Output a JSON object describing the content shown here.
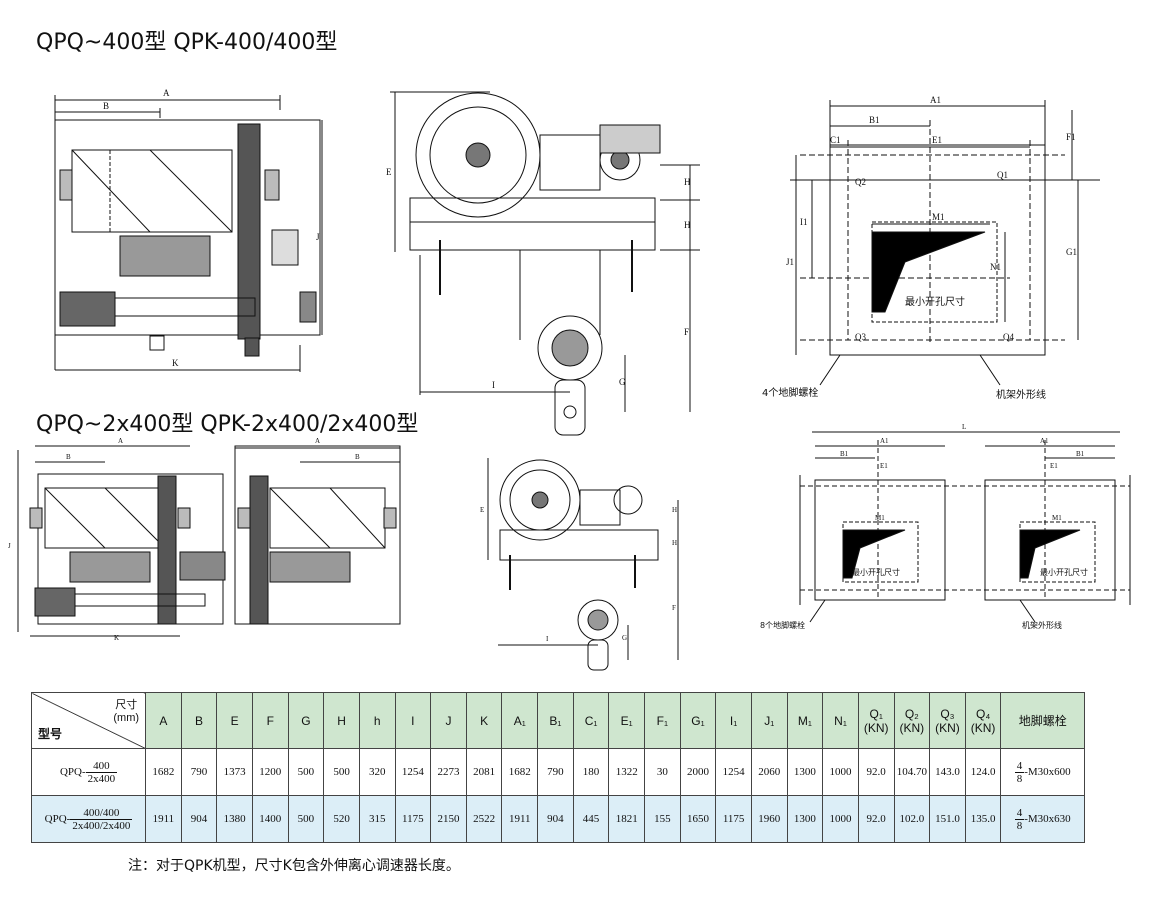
{
  "titles": {
    "top": "QPQ~400型    QPK-400/400型",
    "bottom": "QPQ~2x400型    QPK-2x400/2x400型"
  },
  "drawing_labels": {
    "A": "A",
    "B": "B",
    "E": "E",
    "H": "H",
    "J": "J",
    "K": "K",
    "F": "F",
    "G": "G",
    "I": "I",
    "A1": "A1",
    "B1": "B1",
    "C1": "C1",
    "E1": "E1",
    "F1": "F1",
    "G1": "G1",
    "I1": "I1",
    "J1": "J1",
    "M1": "M1",
    "N1": "N1",
    "L": "L",
    "Q1": "Q1",
    "Q2": "Q2",
    "Q3": "Q3",
    "Q4": "Q4",
    "min_opening": "最小开孔尺寸",
    "bolts4": "4个地脚螺栓",
    "bolts8": "8个地脚螺栓",
    "frame_outline": "机架外形线"
  },
  "table": {
    "corner_top_line1": "尺寸",
    "corner_top_line2": "(mm)",
    "corner_bottom": "型号",
    "headers": [
      "A",
      "B",
      "E",
      "F",
      "G",
      "H",
      "h",
      "I",
      "J",
      "K",
      "A₁",
      "B₁",
      "C₁",
      "E₁",
      "F₁",
      "G₁",
      "I₁",
      "J₁",
      "M₁",
      "N₁",
      "Q₁\n(KN)",
      "Q₂\n(KN)",
      "Q₃\n(KN)",
      "Q₄\n(KN)",
      "地脚螺栓"
    ],
    "rows": [
      {
        "model_prefix": "QPQ-",
        "model_num": "400",
        "model_den": "2x400",
        "values": [
          "1682",
          "790",
          "1373",
          "1200",
          "500",
          "500",
          "320",
          "1254",
          "2273",
          "2081",
          "1682",
          "790",
          "180",
          "1322",
          "30",
          "2000",
          "1254",
          "2060",
          "1300",
          "1000",
          "92.0",
          "104.70",
          "143.0",
          "124.0"
        ],
        "bolt_num": "4",
        "bolt_den": "8",
        "bolt_spec": "-M30x600"
      },
      {
        "model_prefix": "QPQ-",
        "model_num": "400/400",
        "model_den": "2x400/2x400",
        "values": [
          "1911",
          "904",
          "1380",
          "1400",
          "500",
          "520",
          "315",
          "1175",
          "2150",
          "2522",
          "1911",
          "904",
          "445",
          "1821",
          "155",
          "1650",
          "1175",
          "1960",
          "1300",
          "1000",
          "92.0",
          "102.0",
          "151.0",
          "135.0"
        ],
        "bolt_num": "4",
        "bolt_den": "8",
        "bolt_spec": "-M30x630"
      }
    ]
  },
  "note": "注：对于QPK机型，尺寸K包含外伸离心调速器长度。"
}
